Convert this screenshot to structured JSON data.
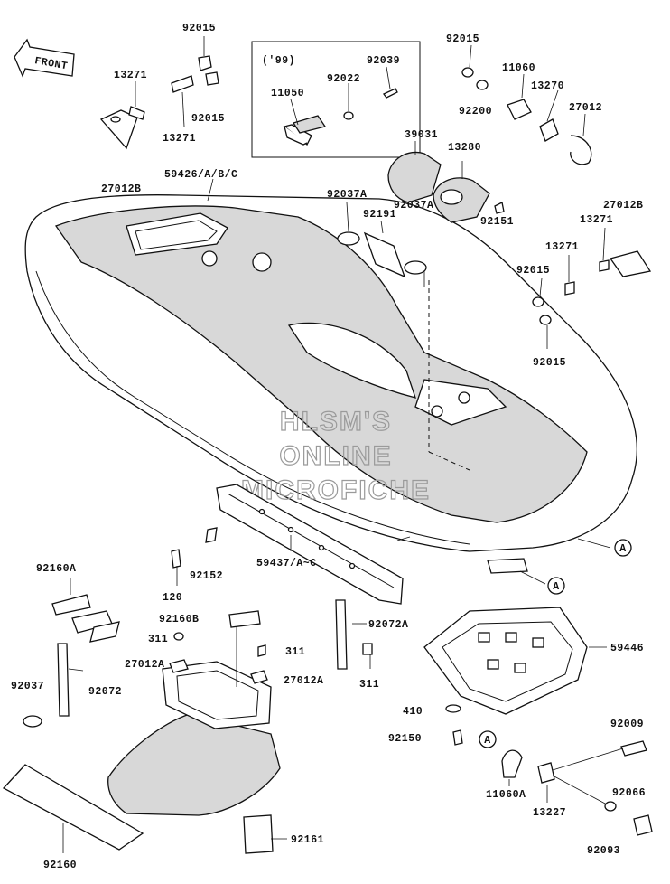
{
  "front_arrow": {
    "text": "FRONT"
  },
  "inset": {
    "year_label": "('99)"
  },
  "watermark": [
    "HLSM'S",
    "ONLINE",
    "MICROFICHE"
  ],
  "callouts": {
    "c92015_top": "92015",
    "c13271_a": "13271",
    "c92015_b": "92015",
    "c13271_b": "13271",
    "c27012B_a": "27012B",
    "c59426": "59426/A/B/C",
    "c92039": "92039",
    "c92022": "92022",
    "c11050": "11050",
    "c92015_c": "92015",
    "c11060": "11060",
    "c92200": "92200",
    "c13270": "13270",
    "c27012": "27012",
    "c39031": "39031",
    "c13280": "13280",
    "c92037A_a": "92037A",
    "c92191": "92191",
    "c92037A_b": "92037A",
    "c92151": "92151",
    "c27012B_b": "27012B",
    "c13271_c": "13271",
    "c13271_d": "13271",
    "c92015_d": "92015",
    "c92015_e": "92015",
    "c92152": "92152",
    "c120": "120",
    "c59437": "59437/A~C",
    "c92160A": "92160A",
    "c92160B": "92160B",
    "c92072A": "92072A",
    "c311_a": "311",
    "c311_b": "311",
    "c311_c": "311",
    "c27012A_a": "27012A",
    "c27012A_b": "27012A",
    "c92037": "92037",
    "c92072": "92072",
    "c59446": "59446",
    "c410": "410",
    "c92150": "92150",
    "c92009": "92009",
    "c11060A": "11060A",
    "c13227": "13227",
    "c92066": "92066",
    "c92093": "92093",
    "c92160": "92160",
    "c92161": "92161"
  },
  "refs": {
    "a1": "A",
    "a2": "A",
    "a3": "A"
  }
}
